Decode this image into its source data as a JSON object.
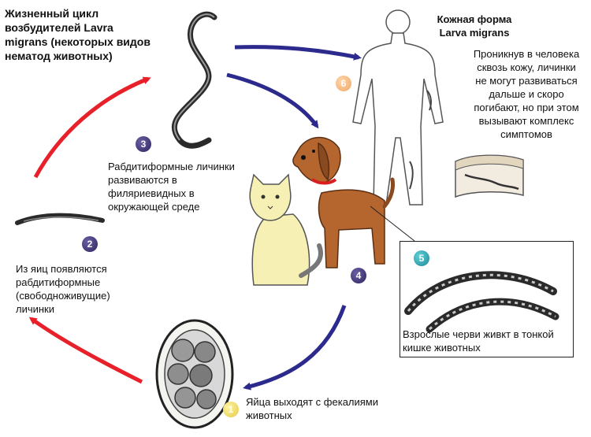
{
  "title": "Жизненный цикл\nвозбудителей Lavra\nmigrans (некоторых видов\nнематод животных)",
  "skin_form_title": "Кожная форма\nLarva migrans",
  "steps": [
    {
      "number": "1",
      "text": "Яйца выходят с фекалиями\nживотных"
    },
    {
      "number": "2",
      "text": "Из яиц появляются\nрабдитиформные\n(свободноживущие)\nличинки"
    },
    {
      "number": "3",
      "text": "Рабдитиформные личинки\nразвиваются в\nфиляриевидных  в\nокружающей среде"
    },
    {
      "number": "4",
      "text": ""
    },
    {
      "number": "5",
      "text": "Взрослые черви живкт в тонкой\nкишке животных"
    },
    {
      "number": "6",
      "text": "Проникнув в человека\nсквозь кожу, личинки\nне могут развиваться\nдальше и скоро\nпогибают, но при этом\nвызывают комплекс\nсимптомов"
    }
  ],
  "colors": {
    "red_arrow": "#e8202a",
    "blue_arrow": "#2c2a8c",
    "badge_dark": "#2f2560"
  }
}
